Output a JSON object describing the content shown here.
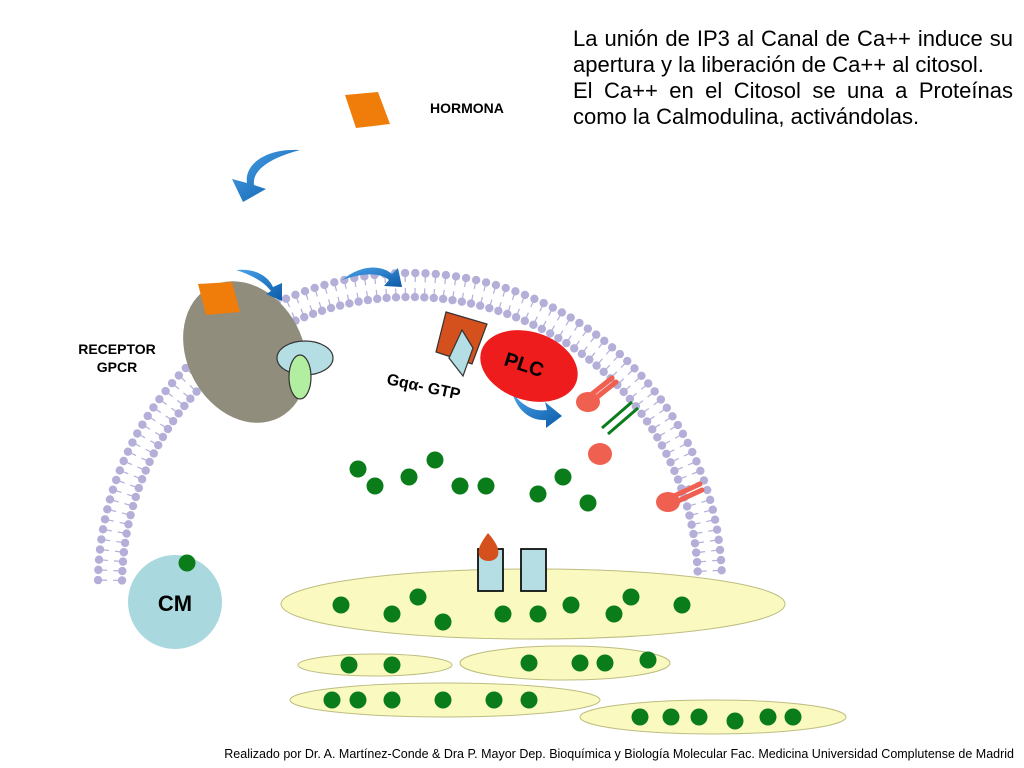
{
  "caption": {
    "line1": "La unión de IP3 al Canal de Ca++ induce su apertura y la liberación de Ca++ al citosol.",
    "line2": "El Ca++ en el Citosol se una a Proteínas como la Calmodulina, activándolas."
  },
  "labels": {
    "hormona": "HORMONA",
    "receptor_line1": "RECEPTOR",
    "receptor_line2": "GPCR",
    "plc": "PLC",
    "gq": "Gqα- GTP",
    "cm": "CM"
  },
  "footer": "Realizado por Dr. A. Martínez-Conde & Dra P. Mayor Dep. Bioquímica y Biología Molecular Fac. Medicina Universidad Complutense de Madrid",
  "colors": {
    "membrane": "#b3afd9",
    "hormone": "#f07d0a",
    "receptor": "#918d7c",
    "plc": "#ee1c1c",
    "calcium": "#0a7d1a",
    "er": "#fafac0",
    "calmodulin": "#a9d8de",
    "arrow": "#1b6fc2",
    "pip2": "#f06050"
  }
}
